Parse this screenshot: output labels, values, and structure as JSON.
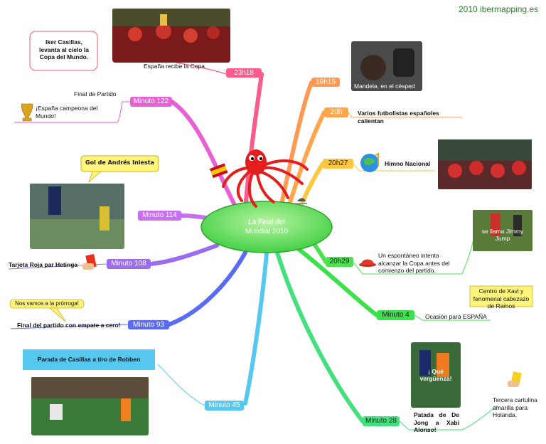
{
  "watermark": "2010 ibermapping.es",
  "central": {
    "line1": "La Final del",
    "line2": "Mundial 2010"
  },
  "branches": {
    "b2318": {
      "label": "23h18",
      "photo_caption": "España recibe la Copa",
      "callout": "Iker Casillas, levanta al cielo la Copa del Mundo."
    },
    "b122": {
      "label": "Minuto 122",
      "title": "Final de Partido",
      "text": "¡España campeona del Mundo!"
    },
    "b114": {
      "label": "Minuto 114",
      "callout": "Gol de Andrés Iniesta"
    },
    "b108": {
      "label": "Minuto 108",
      "text": "Tarjeta Roja par Hetinga"
    },
    "b93": {
      "label": "Minuto 93",
      "callout": "Nos vamos a la prórroga!",
      "text": "Final del partido con empate a cero!"
    },
    "b45": {
      "label": "Minuto 45",
      "banner": "Parada de Casillas a tiro de Robben"
    },
    "b1915": {
      "label": "19h15",
      "photo_caption": "Mandela, en el césped"
    },
    "b20": {
      "label": "20h",
      "text": "Varios futbolistas españoles calientan"
    },
    "b2027": {
      "label": "20h27",
      "text": "Himno Nacional"
    },
    "b2029": {
      "label": "20h29",
      "text": "Un espontáneo intenta alcanzar la Copa antes del comienzo del partido.",
      "photo_caption": "se llama Jimmy Jump"
    },
    "b4": {
      "label": "Minuto 4",
      "text": "Ocasión para ESPAÑA",
      "callout": "Centro de Xavi y fenomenal cabezazo de Ramos"
    },
    "b28": {
      "label": "Minuto 28",
      "text": "Patada de De Jong a Xabi Alonso!",
      "photo_caption": "¡ Qué vergüenza!",
      "side_text": "Tercera cartulina amarilla para Holanda."
    }
  },
  "colors": {
    "b2318": "#ff5a8c",
    "b122": "#e95fd6",
    "b114": "#c86ef0",
    "b108": "#9b6cf0",
    "b93": "#5a6cf5",
    "b45": "#56c8f0",
    "b1915": "#ff9a55",
    "b20": "#ffa64d",
    "b2027": "#ffc640",
    "b2029": "#4ee050",
    "b4": "#3ce04a",
    "b28": "#44e07e",
    "central": "#5ee06a"
  }
}
